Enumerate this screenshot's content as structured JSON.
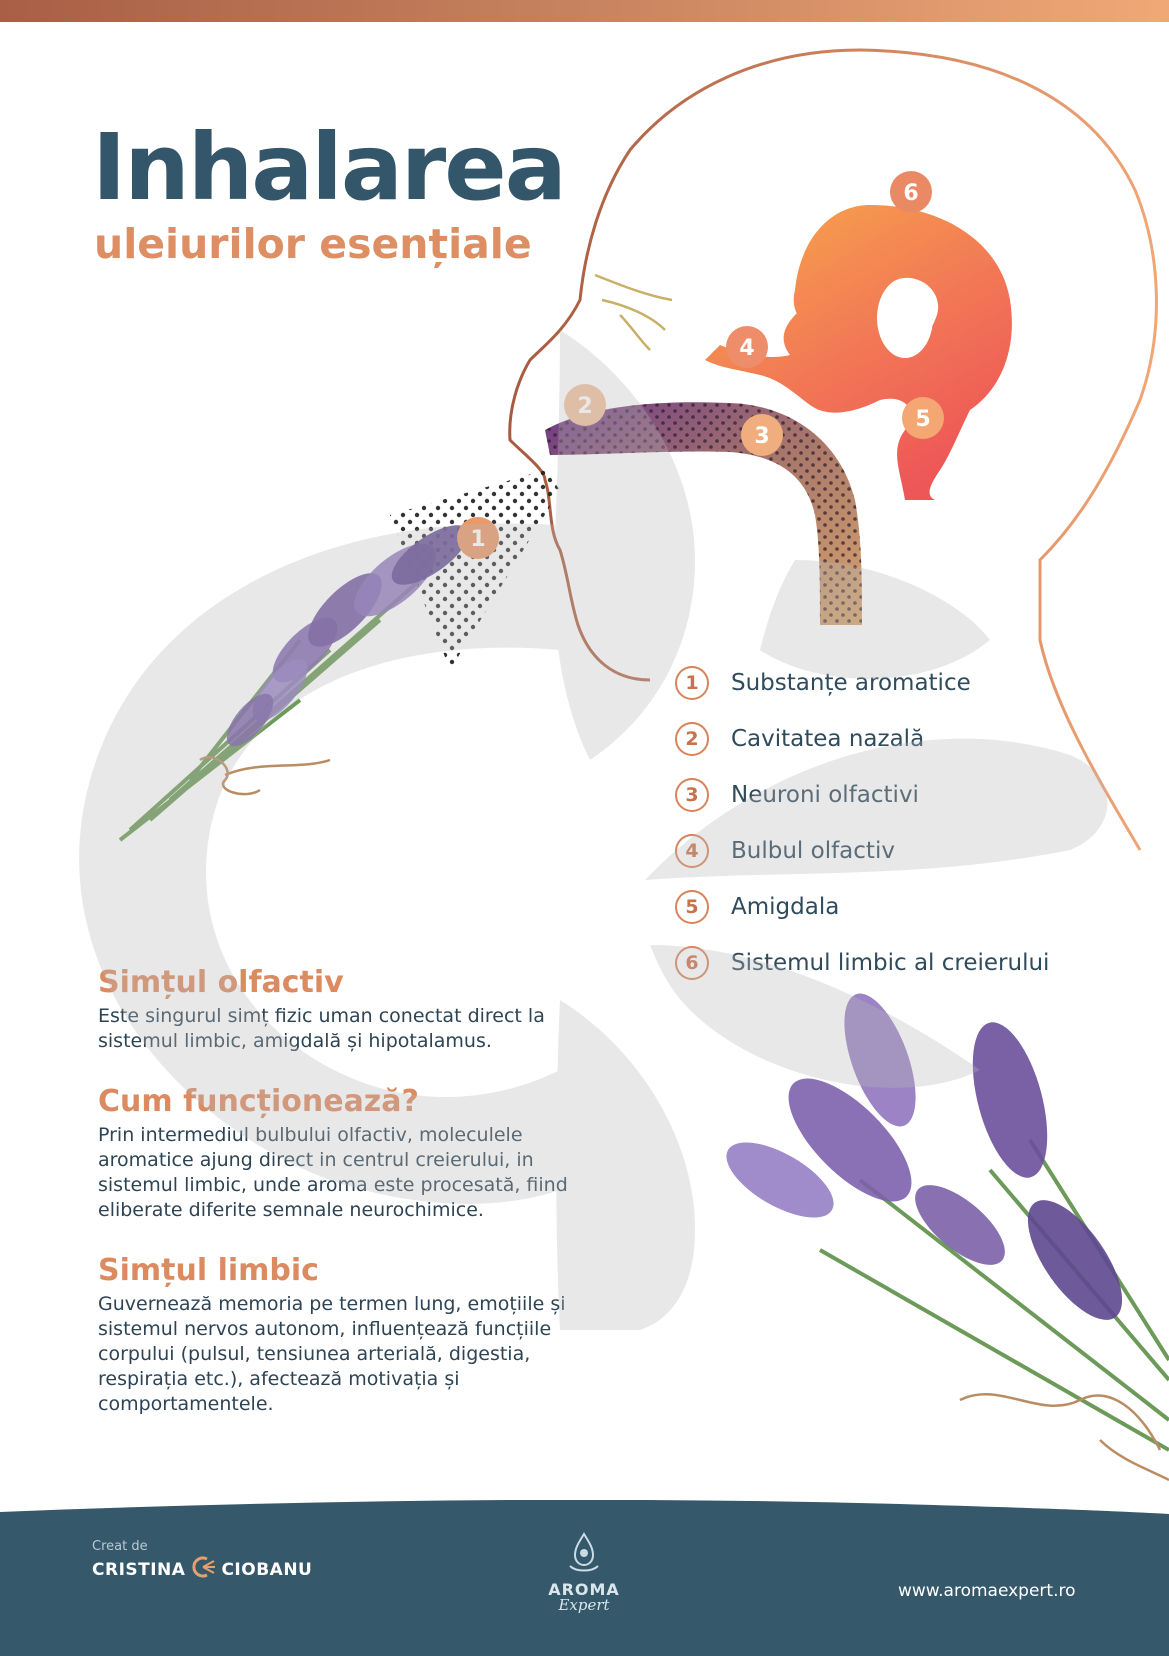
{
  "header": {
    "title": "Inhalarea",
    "subtitle": "uleiurilor esențiale"
  },
  "diagram_markers": [
    "1",
    "2",
    "3",
    "4",
    "5",
    "6"
  ],
  "legend": [
    {
      "num": "1",
      "label": "Substanțe aromatice"
    },
    {
      "num": "2",
      "label": "Cavitatea nazală"
    },
    {
      "num": "3",
      "label": "Neuroni olfactivi"
    },
    {
      "num": "4",
      "label": "Bulbul olfactiv"
    },
    {
      "num": "5",
      "label": "Amigdala"
    },
    {
      "num": "6",
      "label": "Sistemul limbic al creierului"
    }
  ],
  "sections": [
    {
      "heading": "Simțul olfactiv",
      "text": "Este singurul simț fizic uman conectat direct la sistemul limbic, amigdală și hipotalamus."
    },
    {
      "heading": "Cum funcționează?",
      "text": "Prin intermediul bulbului olfactiv, moleculele aromatice ajung direct in centrul creierului, in sistemul limbic, unde aroma este procesată, fiind eliberate diferite semnale neurochimice."
    },
    {
      "heading": "Simțul limbic",
      "text": "Guvernează memoria pe termen lung, emoțiile și sistemul nervos autonom, influențează funcțiile corpului (pulsul, tensiunea arterială, digestia, respirația etc.), afectează motivația și comportamentele."
    }
  ],
  "footer": {
    "created_label": "Creat de",
    "author_first": "CRISTINA",
    "author_last": "CIOBANU",
    "logo_line1": "AROMA",
    "logo_line2": "Expert",
    "website": "www.aromaexpert.ro"
  },
  "colors": {
    "title": "#34566a",
    "accent": "#dd8e63",
    "footer_bg": "#36586b",
    "brain_top": "#f7a94a",
    "brain_bottom": "#ef5b5b",
    "lavender": "#7a5aa6"
  }
}
